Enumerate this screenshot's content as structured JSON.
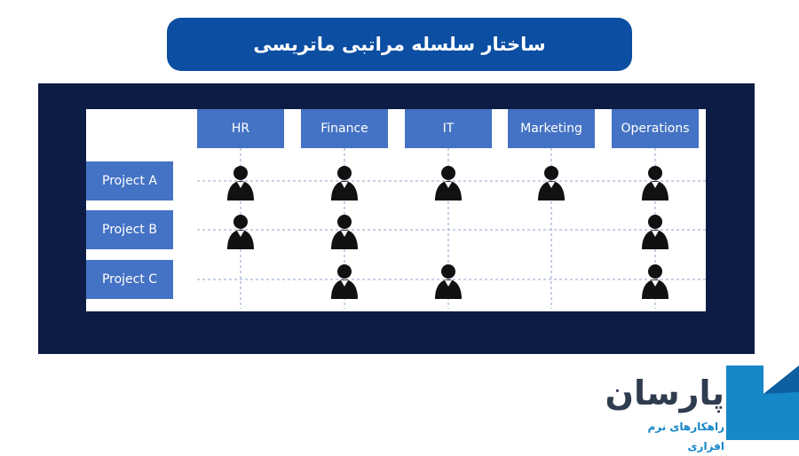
{
  "title": "ساختار سلسله مراتبی ماتریسی",
  "matrix": {
    "departments": [
      "HR",
      "Finance",
      "IT",
      "Marketing",
      "Operations"
    ],
    "projects": [
      {
        "label": "Project A",
        "members": [
          true,
          true,
          true,
          true,
          true
        ]
      },
      {
        "label": "Project B",
        "members": [
          true,
          true,
          false,
          false,
          true
        ]
      },
      {
        "label": "Project C",
        "members": [
          false,
          true,
          true,
          false,
          true
        ]
      }
    ]
  },
  "logo": {
    "name": "پارسان",
    "tagline": "راهکارهای نرم افزاری"
  },
  "colors": {
    "title_bg": "#0b4ea2",
    "panel_bg": "#0d1c45",
    "box_bg": "#4472c4",
    "logo_accent": "#1687c9"
  },
  "icons": {
    "member": "person-icon",
    "logo": "bookmark-logo-icon"
  }
}
